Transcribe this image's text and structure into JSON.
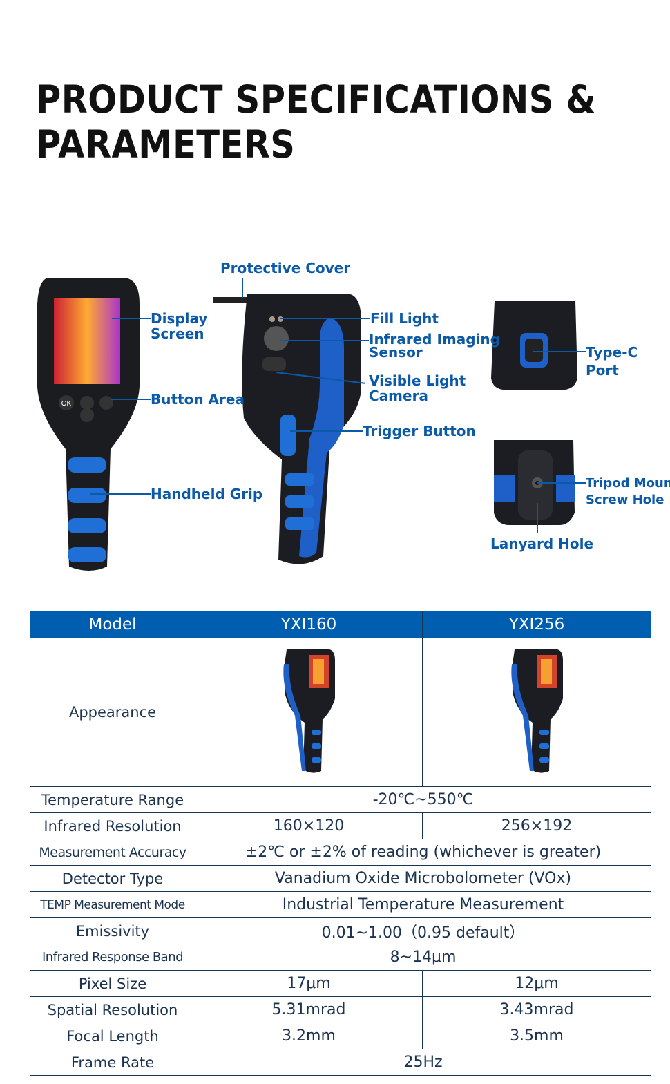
{
  "title_line1": "PRODUCT SPECIFICATIONS &",
  "title_line2": "PARAMETERS",
  "callouts": {
    "protective_cover": "Protective Cover",
    "display_screen_1": "Display",
    "display_screen_2": "Screen",
    "fill_light": "Fill Light",
    "infrared_sensor_1": "Infrared Imaging",
    "infrared_sensor_2": "Sensor",
    "visible_camera_1": "Visible Light",
    "visible_camera_2": "Camera",
    "button_area": "Button Area",
    "trigger_button": "Trigger Button",
    "handheld_grip": "Handheld Grip",
    "typec_1": "Type-C",
    "typec_2": "Port",
    "tripod_1": "Tripod Mount",
    "tripod_2": "Screw Hole",
    "lanyard_hole": "Lanyard Hole"
  },
  "device_text": {
    "ok": "OK"
  },
  "table": {
    "headers": [
      "Model",
      "YXI160",
      "YXI256"
    ],
    "appearance_label": "Appearance",
    "rows": [
      {
        "label": "Temperature Range",
        "value": "-20℃~550℃"
      },
      {
        "label": "Infrared Resolution",
        "a": "160×120",
        "b": "256×192"
      },
      {
        "label": "Measurement Accuracy",
        "value": "±2℃ or ±2% of reading (whichever is greater)"
      },
      {
        "label": "Detector Type",
        "value": "Vanadium Oxide Microbolometer (VOx)"
      },
      {
        "label": "TEMP Measurement Mode",
        "value": "Industrial Temperature Measurement"
      },
      {
        "label": "Emissivity",
        "value": "0.01~1.00（0.95 default）"
      },
      {
        "label": "Infrared Response Band",
        "value": "8~14μm"
      },
      {
        "label": "Pixel Size",
        "a": "17μm",
        "b": "12μm"
      },
      {
        "label": "Spatial Resolution",
        "a": "5.31mrad",
        "b": "3.43mrad"
      },
      {
        "label": "Focal Length",
        "a": "3.2mm",
        "b": "3.5mm"
      },
      {
        "label": "Frame Rate",
        "value": "25Hz"
      }
    ]
  }
}
